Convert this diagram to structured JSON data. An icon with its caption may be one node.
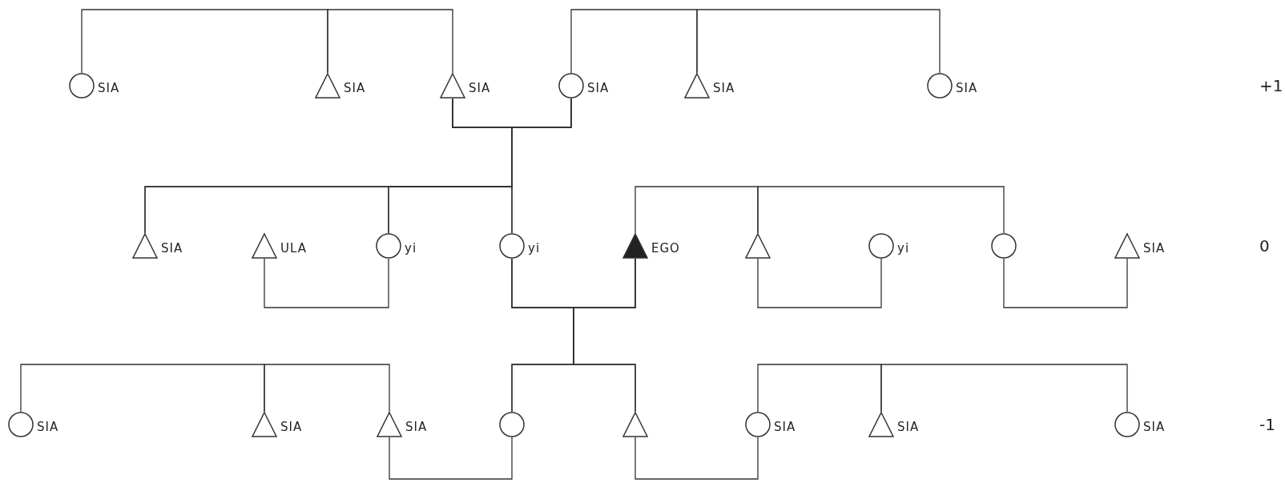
{
  "diagram": {
    "nodes": [
      {
        "text": [],
        "shape": "circle",
        "beside": [
          "SIA"
        ]
      },
      {
        "text": [],
        "shape": "triangle",
        "beside": [
          "SIA"
        ]
      },
      {
        "text": [],
        "shape": "triangle",
        "beside": [
          "SIA"
        ]
      },
      {
        "text": [],
        "shape": "circle",
        "beside": [
          "SIA"
        ]
      },
      {
        "text": [],
        "shape": "triangle",
        "beside": [
          "SIA"
        ]
      },
      {
        "text": [],
        "shape": "circle",
        "beside": [
          "SIA"
        ]
      },
      {
        "text": [],
        "shape": "triangle",
        "beside": [
          "SIA"
        ]
      },
      {
        "text": [],
        "shape": "triangle",
        "beside": [
          "ULA"
        ]
      },
      {
        "text": [],
        "shape": "circle",
        "beside": [
          "yi"
        ]
      },
      {
        "text": [],
        "shape": "circle",
        "beside": [
          "yi"
        ]
      },
      {
        "text": [],
        "shape": "triangle",
        "beside": [
          "EGO"
        ]
      },
      {
        "text": [],
        "shape": "triangle"
      },
      {
        "text": [],
        "shape": "circle",
        "beside": [
          "yi"
        ]
      },
      {
        "text": [],
        "shape": "circle"
      },
      {
        "text": [],
        "shape": "triangle",
        "beside": [
          "SIA"
        ]
      },
      {
        "text": [],
        "shape": "circle",
        "beside": [
          "SIA"
        ]
      },
      {
        "text": [],
        "shape": "triangle",
        "beside": [
          "SIA"
        ]
      },
      {
        "text": [],
        "shape": "triangle",
        "beside": [
          "SIA"
        ]
      },
      {
        "text": [],
        "shape": "circle"
      },
      {
        "text": [],
        "shape": "triangle"
      },
      {
        "text": [],
        "shape": "circle",
        "beside": [
          "SIA"
        ]
      },
      {
        "text": [],
        "shape": "triangle",
        "beside": [
          "SIA"
        ]
      },
      {
        "text": [],
        "shape": "circle",
        "beside": [
          "SIA"
        ]
      }
    ],
    "edges": [
      {
        "from": 0,
        "to": 1,
        "arrow": "none"
      },
      {
        "from": 1,
        "to": 2,
        "arrow": "none"
      },
      {
        "from": 3,
        "to": 4,
        "arrow": "none"
      },
      {
        "from": 4,
        "to": 5,
        "arrow": "none"
      },
      {
        "from": 2,
        "to": 3,
        "arrow": "none"
      },
      {
        "from": 2,
        "to": 6,
        "arrow": "none"
      },
      {
        "from": 2,
        "to": 8,
        "arrow": "none"
      },
      {
        "from": 2,
        "to": 9,
        "arrow": "none"
      },
      {
        "from": 3,
        "to": 6,
        "arrow": "none"
      },
      {
        "from": 3,
        "to": 8,
        "arrow": "none"
      },
      {
        "from": 3,
        "to": 9,
        "arrow": "none"
      },
      {
        "from": 7,
        "to": 8,
        "arrow": "none"
      },
      {
        "from": 9,
        "to": 10,
        "arrow": "none"
      },
      {
        "from": 10,
        "to": 11,
        "arrow": "none"
      },
      {
        "from": 11,
        "to": 13,
        "arrow": "none"
      },
      {
        "from": 11,
        "to": 12,
        "arrow": "none"
      },
      {
        "from": 13,
        "to": 14,
        "arrow": "none"
      },
      {
        "from": 9,
        "to": 18,
        "arrow": "none"
      },
      {
        "from": 9,
        "to": 19,
        "arrow": "none"
      },
      {
        "from": 10,
        "to": 18,
        "arrow": "none"
      },
      {
        "from": 10,
        "to": 19,
        "arrow": "none"
      },
      {
        "from": 15,
        "to": 16,
        "arrow": "none"
      },
      {
        "from": 16,
        "to": 17,
        "arrow": "none"
      },
      {
        "from": 20,
        "to": 21,
        "arrow": "none"
      },
      {
        "from": 21,
        "to": 22,
        "arrow": "none"
      },
      {
        "from": 17,
        "to": 18,
        "arrow": "none"
      },
      {
        "from": 19,
        "to": 20,
        "arrow": "none"
      }
    ],
    "labels": [
      "+1",
      "0",
      "-1"
    ]
  }
}
